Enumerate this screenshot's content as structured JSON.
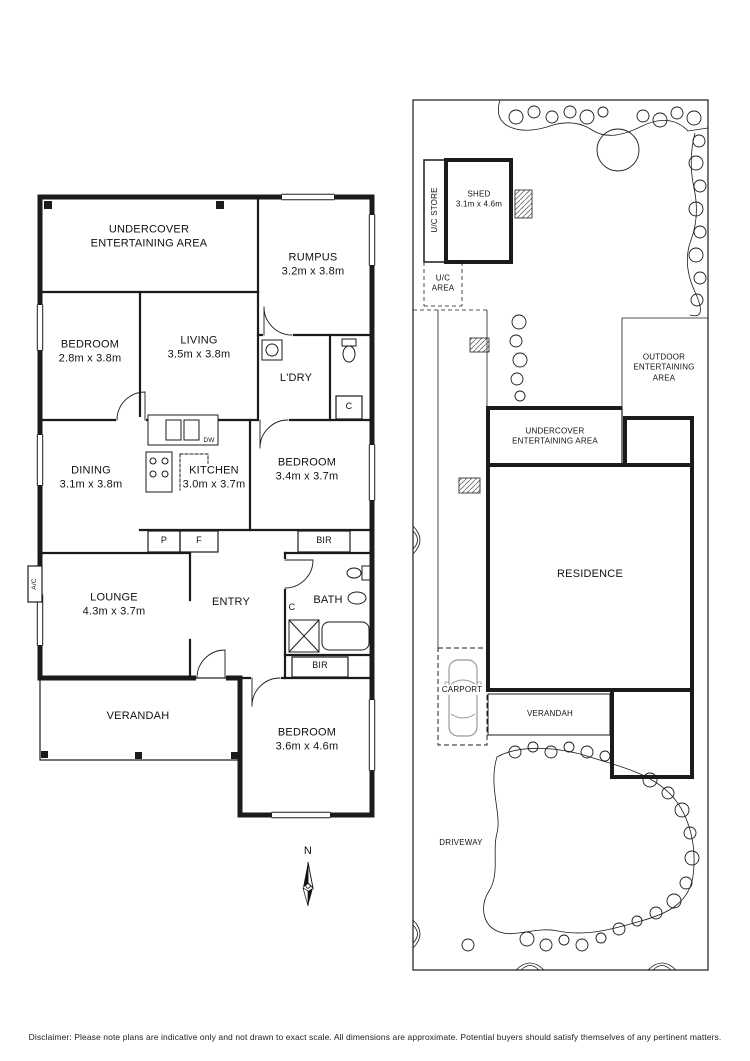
{
  "floorplan": {
    "undercover": {
      "line1": "UNDERCOVER",
      "line2": "ENTERTAINING AREA"
    },
    "rumpus": {
      "name": "RUMPUS",
      "dims": "3.2m x 3.8m"
    },
    "bedroom1": {
      "name": "BEDROOM",
      "dims": "2.8m x 3.8m"
    },
    "living": {
      "name": "LIVING",
      "dims": "3.5m x 3.8m"
    },
    "laundry": {
      "name": "L'DRY"
    },
    "cupboard1": "C",
    "dining": {
      "name": "DINING",
      "dims": "3.1m x 3.8m"
    },
    "kitchen": {
      "name": "KITCHEN",
      "dims": "3.0m x 3.7m"
    },
    "bedroom2": {
      "name": "BEDROOM",
      "dims": "3.4m x 3.7m"
    },
    "bir1": "BIR",
    "pantry": "P",
    "fridge": "F",
    "dishwasher": "DW",
    "lounge": {
      "name": "LOUNGE",
      "dims": "4.3m x 3.7m"
    },
    "entry": {
      "name": "ENTRY"
    },
    "bath": {
      "name": "BATH"
    },
    "cupboard2": "C",
    "bir2": "BIR",
    "aircon": "A/C",
    "verandah": {
      "name": "VERANDAH"
    },
    "bedroom3": {
      "name": "BEDROOM",
      "dims": "3.6m x 4.6m"
    },
    "compass": "N"
  },
  "siteplan": {
    "shed": {
      "name": "SHED",
      "dims": "3.1m x 4.6m"
    },
    "uc_store": "U/C STORE",
    "uc_area": {
      "line1": "U/C",
      "line2": "AREA"
    },
    "outdoor": {
      "line1": "OUTDOOR",
      "line2": "ENTERTAINING",
      "line3": "AREA"
    },
    "undercover": {
      "line1": "UNDERCOVER",
      "line2": "ENTERTAINING AREA"
    },
    "residence": "RESIDENCE",
    "carport": "CARPORT",
    "verandah": "VERANDAH",
    "driveway": "DRIVEWAY"
  },
  "footer": {
    "disclaimer": "Disclaimer: Please note plans are indicative only and not drawn to exact scale. All dimensions are approximate. Potential buyers should satisfy themselves of any pertinent matters."
  }
}
